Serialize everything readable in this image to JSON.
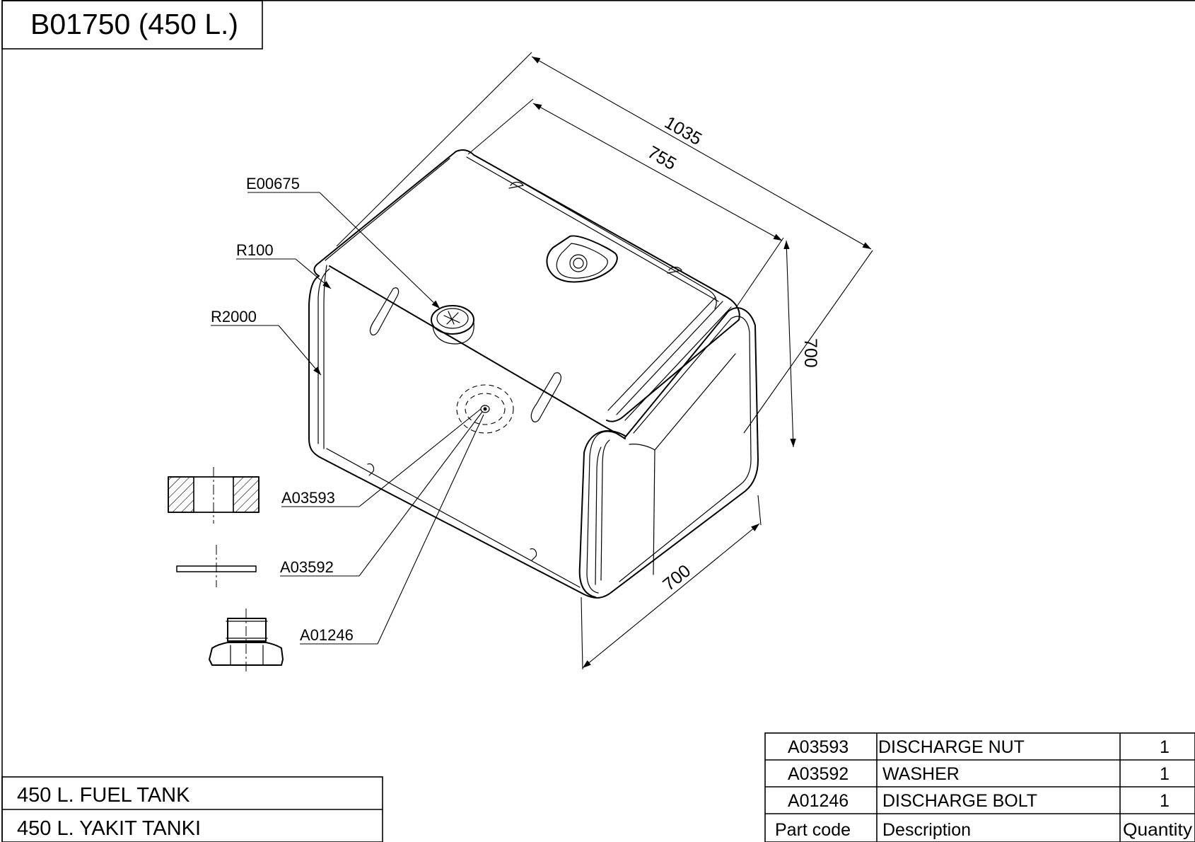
{
  "drawing": {
    "title": "B01750 (450 L.)",
    "dimensions": {
      "overall_length": "1035",
      "body_length": "755",
      "height": "700",
      "depth": "700"
    },
    "callouts": {
      "filler_neck": "E00675",
      "edge_radius": "R100",
      "side_radius": "R2000",
      "discharge_nut": "A03593",
      "washer": "A03592",
      "discharge_bolt": "A01246"
    }
  },
  "title_block": {
    "name_en": "450 L. FUEL TANK",
    "name_tr": "450 L. YAKIT TANKI"
  },
  "bom": {
    "rows": [
      {
        "part_code": "A03593",
        "description": "DISCHARGE NUT",
        "quantity": "1"
      },
      {
        "part_code": "A03592",
        "description": "WASHER",
        "quantity": "1"
      },
      {
        "part_code": "A01246",
        "description": "DISCHARGE BOLT",
        "quantity": "1"
      }
    ],
    "header": {
      "part_code": "Part code",
      "description": "Description",
      "quantity": "Quantity"
    }
  }
}
